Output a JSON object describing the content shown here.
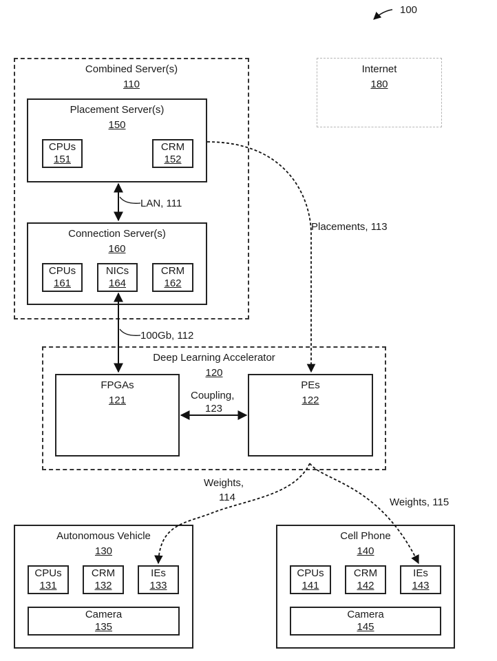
{
  "figure_ref": "100",
  "combined_server": {
    "title": "Combined Server(s)",
    "num": "110"
  },
  "internet": {
    "title": "Internet",
    "num": "180"
  },
  "placement_server": {
    "title": "Placement Server(s)",
    "num": "150",
    "cpus": {
      "title": "CPUs",
      "num": "151"
    },
    "crm": {
      "title": "CRM",
      "num": "152"
    }
  },
  "connection_server": {
    "title": "Connection Server(s)",
    "num": "160",
    "cpus": {
      "title": "CPUs",
      "num": "161"
    },
    "nics": {
      "title": "NICs",
      "num": "164"
    },
    "crm": {
      "title": "CRM",
      "num": "162"
    }
  },
  "links": {
    "lan": "LAN, 111",
    "gb": "100Gb, 112",
    "placements": "Placements, 113",
    "coupling_line1": "Coupling,",
    "coupling_line2": "123",
    "weights114_line1": "Weights,",
    "weights114_line2": "114",
    "weights115": "Weights, 115"
  },
  "dla": {
    "title": "Deep Learning Accelerator",
    "num": "120",
    "fpgas": {
      "title": "FPGAs",
      "num": "121"
    },
    "pes": {
      "title": "PEs",
      "num": "122"
    }
  },
  "vehicle": {
    "title": "Autonomous Vehicle",
    "num": "130",
    "cpus": {
      "title": "CPUs",
      "num": "131"
    },
    "crm": {
      "title": "CRM",
      "num": "132"
    },
    "ies": {
      "title": "IEs",
      "num": "133"
    },
    "camera": {
      "title": "Camera",
      "num": "135"
    }
  },
  "phone": {
    "title": "Cell Phone",
    "num": "140",
    "cpus": {
      "title": "CPUs",
      "num": "141"
    },
    "crm": {
      "title": "CRM",
      "num": "142"
    },
    "ies": {
      "title": "IEs",
      "num": "143"
    },
    "camera": {
      "title": "Camera",
      "num": "145"
    }
  }
}
